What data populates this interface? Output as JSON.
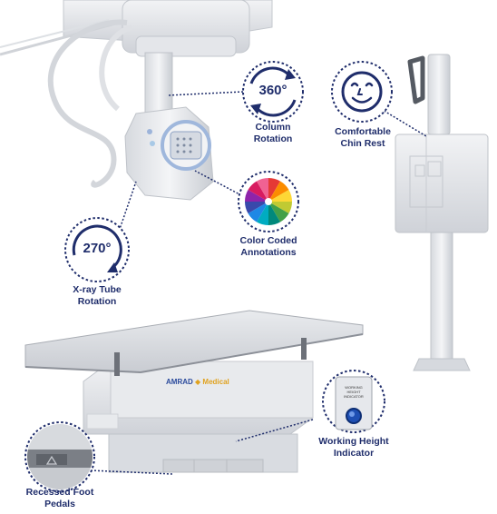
{
  "features": {
    "column_rotation": {
      "value": "360°",
      "label_line1": "Column",
      "label_line2": "Rotation"
    },
    "comfortable_chin_rest": {
      "label_line1": "Comfortable",
      "label_line2": "Chin Rest"
    },
    "color_coded_annotations": {
      "label_line1": "Color Coded",
      "label_line2": "Annotations"
    },
    "xray_tube_rotation": {
      "value": "270°",
      "label_line1": "X-ray Tube",
      "label_line2": "Rotation"
    },
    "working_height_indicator": {
      "label_line1": "Working Height",
      "label_line2": "Indicator",
      "panel_line1": "WORKING",
      "panel_line2": "HEIGHT",
      "panel_line3": "INDICATOR"
    },
    "recessed_foot_pedals": {
      "label_line1": "Recessed Foot",
      "label_line2": "Pedals"
    }
  },
  "brand": {
    "name_part1": "AMRAD",
    "name_part2": "Medical"
  },
  "colors": {
    "accent_navy": "#1f2d6b",
    "brand_blue": "#2a4a9c",
    "brand_gold": "#e0a21f",
    "equipment_light": "#eceef1",
    "equipment_shadow": "#c9ccd2",
    "table_top": "#dcdfe3"
  },
  "icons": [
    "rotate-360-icon",
    "rotate-270-icon",
    "smiley-face-icon",
    "color-wheel-icon"
  ]
}
